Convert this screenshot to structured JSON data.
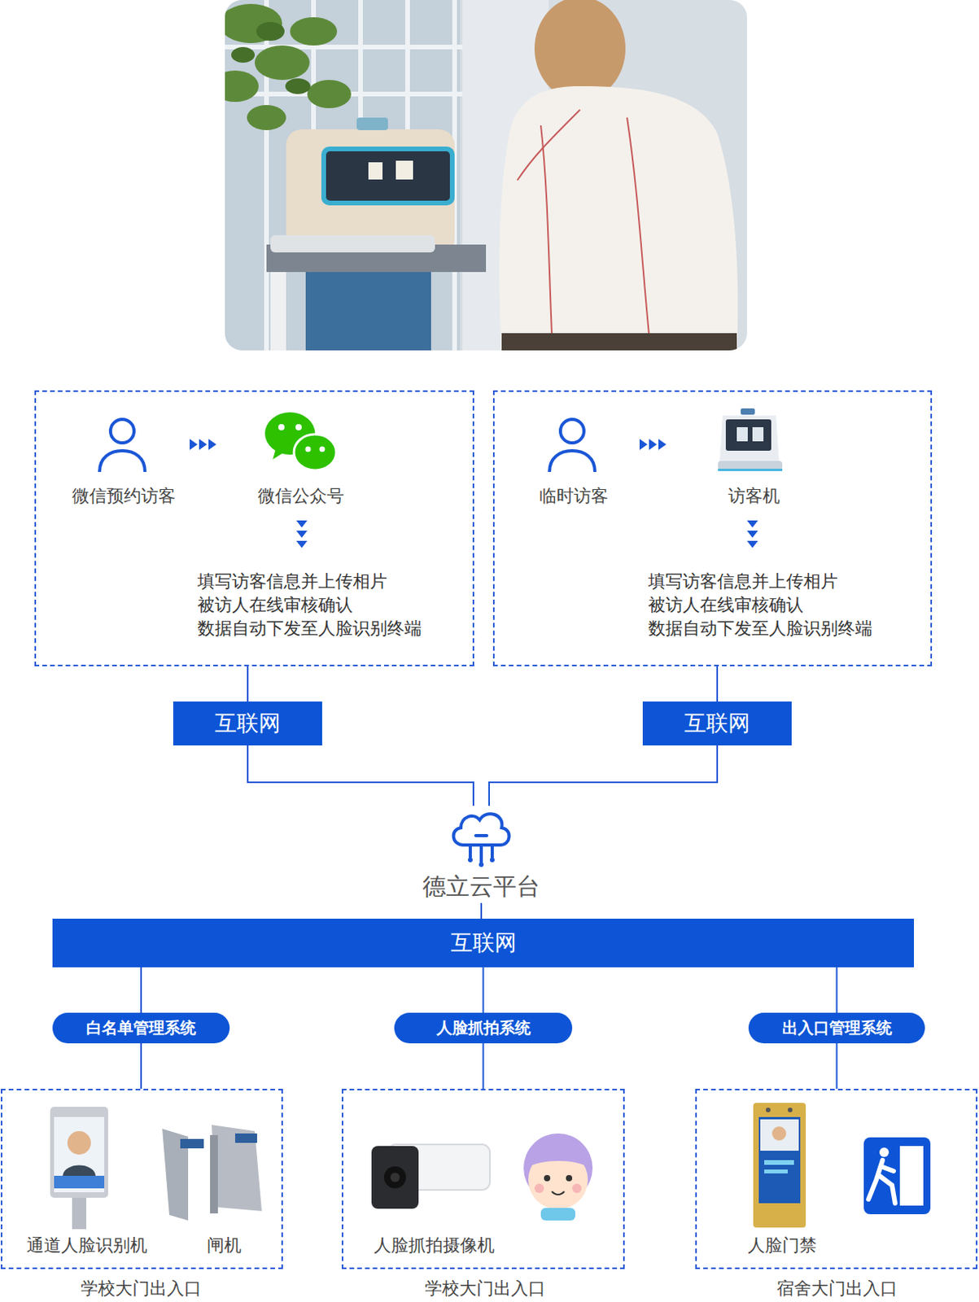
{
  "diagram": {
    "nodes": [
      {
        "text": [
          "微信预约访客",
          "微信公众号",
          "填写访客信息并上传相片 被访人在线审核确认 数据自动下发至人脸识别终端"
        ]
      },
      {
        "text": [
          "临时访客",
          "访客机",
          "填写访客信息并上传相片 被访人在线审核确认 数据自动下发至人脸识别终端"
        ]
      },
      {
        "text": [
          "互联网"
        ]
      },
      {
        "text": [
          "互联网"
        ]
      },
      {
        "text": [
          "德立云平台"
        ]
      },
      {
        "text": [
          "互联网"
        ]
      },
      {
        "text": [
          "白名单管理系统"
        ]
      },
      {
        "text": [
          "人脸抓拍系统"
        ]
      },
      {
        "text": [
          "出入口管理系统"
        ]
      },
      {
        "text": [
          "通道人脸识别机",
          "闸机",
          "学校大门出入口"
        ]
      },
      {
        "text": [
          "人脸抓拍摄像机",
          "学校大门出入口"
        ]
      },
      {
        "text": [
          "人脸门禁",
          "宿舍大门出入口"
        ]
      }
    ],
    "edges": [
      {
        "from": 0,
        "to": 2,
        "arrow": "none"
      },
      {
        "from": 1,
        "to": 3,
        "arrow": "none"
      },
      {
        "from": 2,
        "to": 4,
        "arrow": "none"
      },
      {
        "from": 3,
        "to": 4,
        "arrow": "none"
      },
      {
        "from": 4,
        "to": 5,
        "arrow": "none"
      },
      {
        "from": 5,
        "to": 6,
        "arrow": "none"
      },
      {
        "from": 5,
        "to": 7,
        "arrow": "none"
      },
      {
        "from": 5,
        "to": 8,
        "arrow": "none"
      },
      {
        "from": 6,
        "to": 9,
        "arrow": "none"
      },
      {
        "from": 7,
        "to": 10,
        "arrow": "none"
      },
      {
        "from": 8,
        "to": 11,
        "arrow": "none"
      }
    ]
  }
}
